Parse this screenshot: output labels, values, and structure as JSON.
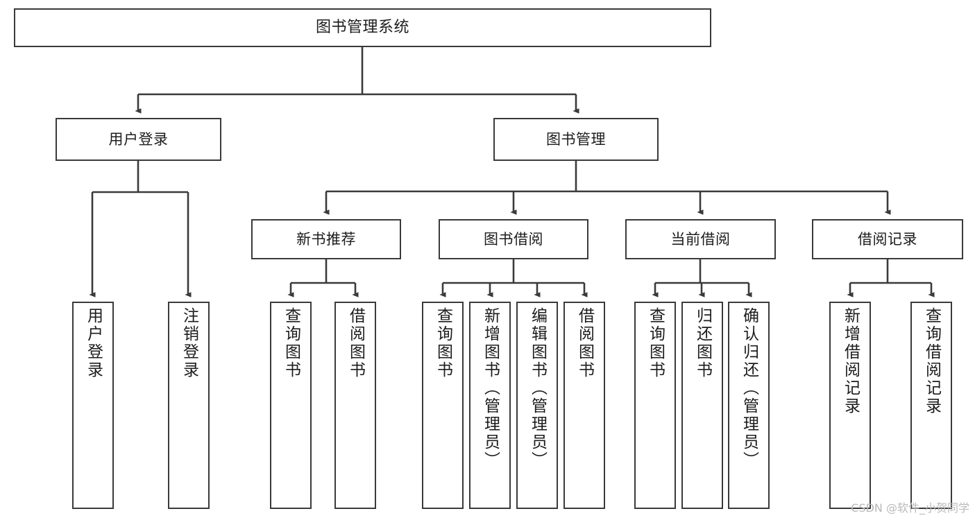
{
  "diagram": {
    "type": "tree-hierarchy-chart",
    "title": "图书管理系统",
    "stroke_color": "#3a3a3a",
    "text_color": "#1c1c1c",
    "background_color": "#ffffff",
    "watermark": "CSDN @软件_小贺同学"
  },
  "nodes": {
    "root": {
      "label": "图书管理系统"
    },
    "level2": [
      {
        "id": "user_login",
        "label": "用户登录"
      },
      {
        "id": "book_manage",
        "label": "图书管理"
      }
    ],
    "level3": [
      {
        "id": "new_book_rec",
        "label": "新书推荐"
      },
      {
        "id": "book_borrow",
        "label": "图书借阅"
      },
      {
        "id": "current_borrow",
        "label": "当前借阅"
      },
      {
        "id": "borrow_record",
        "label": "借阅记录"
      }
    ],
    "leaves": {
      "user_login": [
        {
          "id": "leaf_user_login",
          "label": "用户登录"
        },
        {
          "id": "leaf_logout",
          "label": "注销登录"
        }
      ],
      "new_book_rec": [
        {
          "id": "leaf_query_book_1",
          "label": "查询图书"
        },
        {
          "id": "leaf_borrow_book_1",
          "label": "借阅图书"
        }
      ],
      "book_borrow": [
        {
          "id": "leaf_query_book_2",
          "label": "查询图书"
        },
        {
          "id": "leaf_add_book",
          "label": "新增图书（管理员）"
        },
        {
          "id": "leaf_edit_book",
          "label": "编辑图书（管理员）"
        },
        {
          "id": "leaf_borrow_book_2",
          "label": "借阅图书"
        }
      ],
      "current_borrow": [
        {
          "id": "leaf_query_book_3",
          "label": "查询图书"
        },
        {
          "id": "leaf_return_book",
          "label": "归还图书"
        },
        {
          "id": "leaf_confirm_return",
          "label": "确认归还（管理员）"
        }
      ],
      "borrow_record": [
        {
          "id": "leaf_add_record",
          "label": "新增借阅记录"
        },
        {
          "id": "leaf_query_record",
          "label": "查询借阅记录"
        }
      ]
    }
  }
}
